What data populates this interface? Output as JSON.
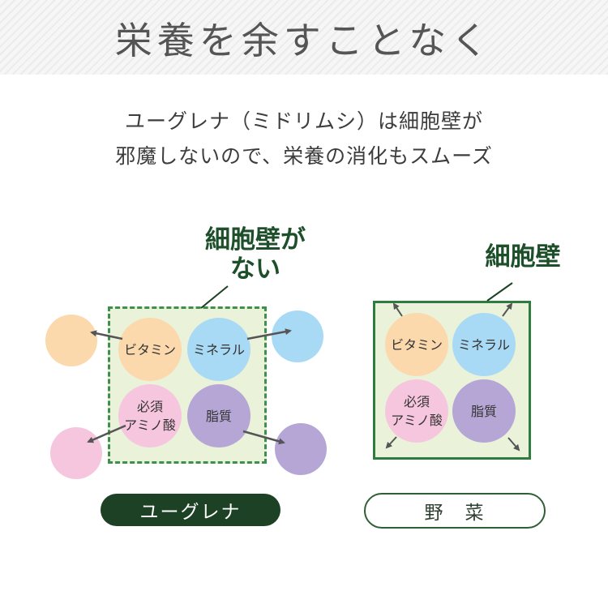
{
  "header": {
    "title": "栄養を余すことなく"
  },
  "intro": {
    "line1": "ユーグレナ（ミドリムシ）は細胞壁が",
    "line2": "邪魔しないので、栄養の消化もスムーズ"
  },
  "euglena": {
    "callout_line1": "細胞壁が",
    "callout_line2": "ない",
    "nutrients": {
      "vitamin": "ビタミン",
      "mineral": "ミネラル",
      "amino_line1": "必須",
      "amino_line2": "アミノ酸",
      "lipid": "脂質"
    },
    "label": "ユーグレナ"
  },
  "vegetable": {
    "callout": "細胞壁",
    "nutrients": {
      "vitamin": "ビタミン",
      "mineral": "ミネラル",
      "amino_line1": "必須",
      "amino_line2": "アミノ酸",
      "lipid": "脂質"
    },
    "label": "野　菜"
  },
  "colors": {
    "dark_green": "#1d4124",
    "callout_green": "#1d4f2a",
    "box_fill": "#eaf2da",
    "vitamin": "#fbd9ad",
    "mineral": "#a9daf5",
    "amino": "#f6c6de",
    "lipid": "#b5a6d6"
  }
}
